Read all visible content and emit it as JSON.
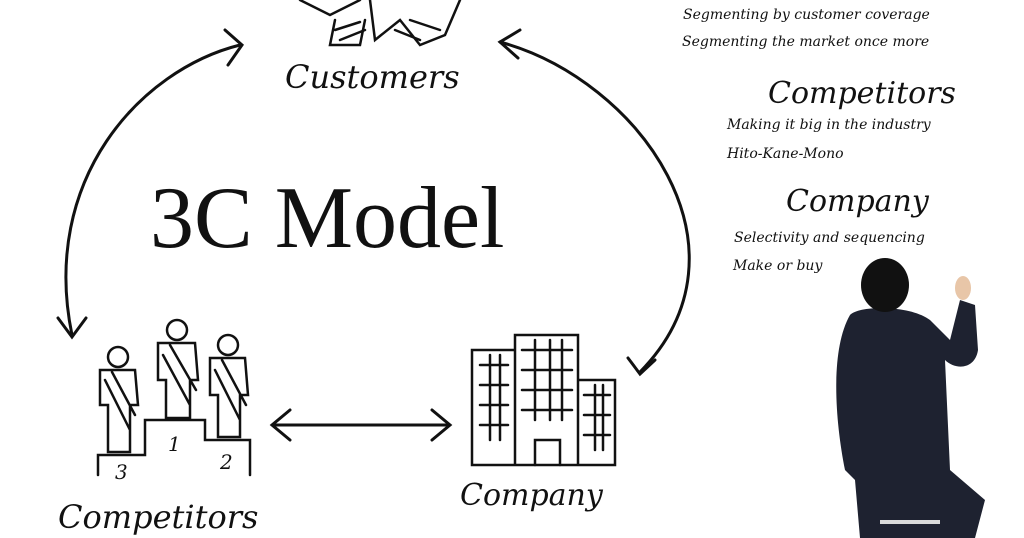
{
  "title": "3C Model",
  "nodes": {
    "customers": "Customers",
    "competitors": "Competitors",
    "company": "Company"
  },
  "podium": [
    "1",
    "2",
    "3"
  ],
  "notes": {
    "customers_lines": [
      "Segmenting by customer coverage",
      "Segmenting the market once more"
    ],
    "competitors_heading": "Competitors",
    "competitors_lines": [
      "Making it big in the industry",
      "Hito-Kane-Mono"
    ],
    "company_heading": "Company",
    "company_lines": [
      "Selectivity and sequencing",
      "Make or buy"
    ]
  }
}
